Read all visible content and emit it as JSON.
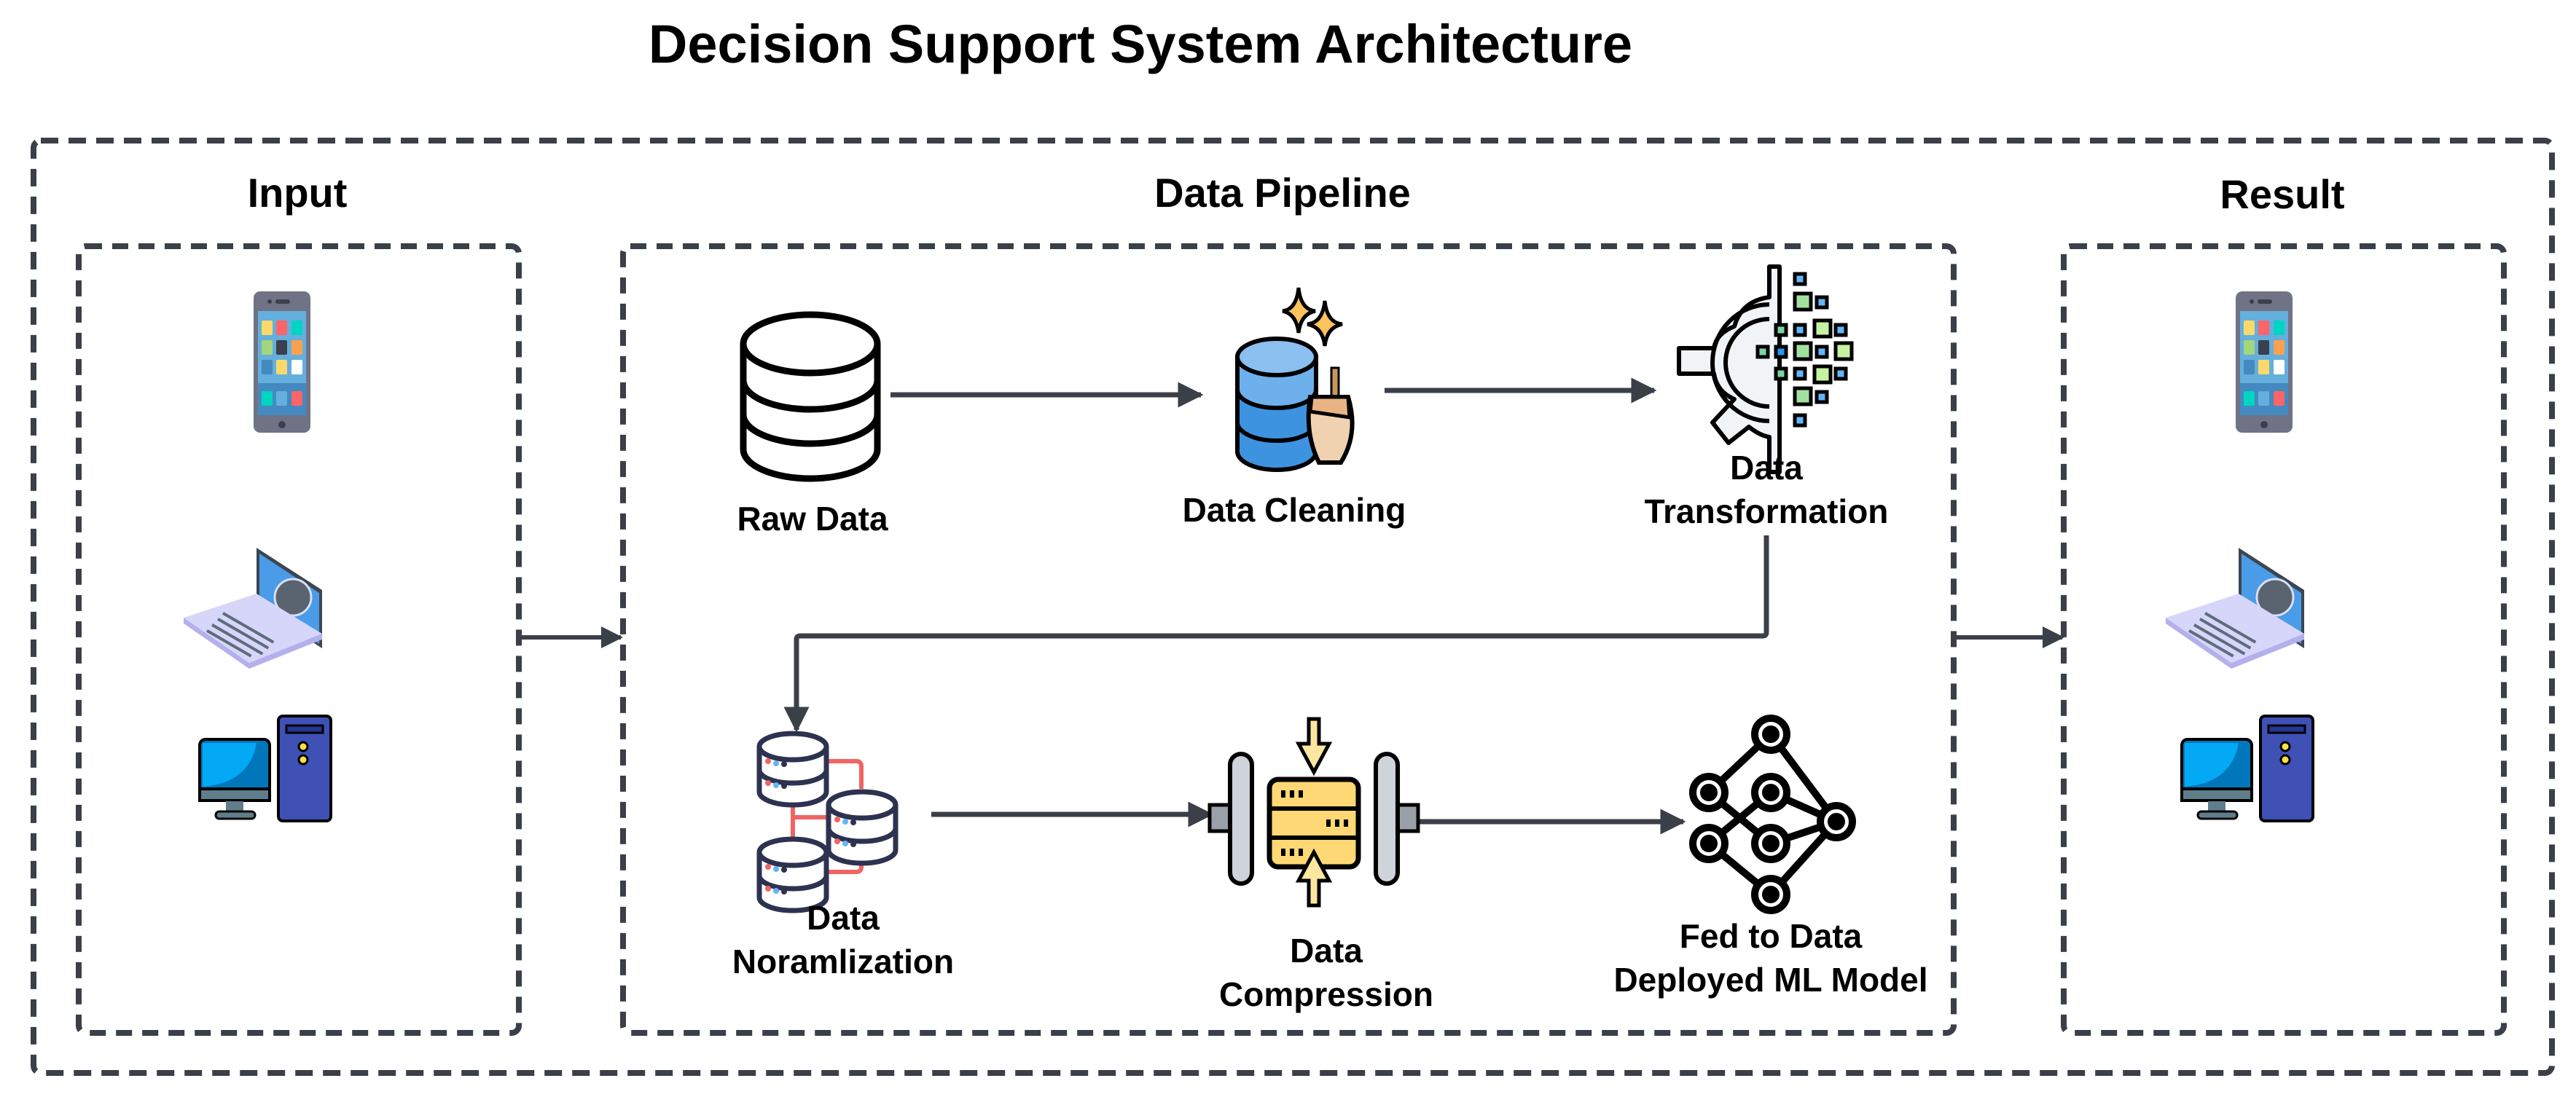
{
  "title": "Decision Support System Architecture",
  "sections": {
    "input": {
      "label": "Input",
      "devices": [
        "smartphone-icon",
        "laptop-icon",
        "desktop-computer-icon"
      ]
    },
    "pipeline": {
      "label": "Data Pipeline"
    },
    "result": {
      "label": "Result",
      "devices": [
        "smartphone-icon",
        "laptop-icon",
        "desktop-computer-icon"
      ]
    }
  },
  "pipeline_steps": [
    {
      "id": "raw",
      "label": "Raw Data",
      "icon": "database-icon"
    },
    {
      "id": "cleaning",
      "label": "Data Cleaning",
      "icon": "database-broom-icon"
    },
    {
      "id": "transformation",
      "label_line1": "Data",
      "label_line2": "Transformation",
      "icon": "gear-data-icon"
    },
    {
      "id": "normalization",
      "label_line1": "Data",
      "label_line2": "Noramlization",
      "icon": "linked-databases-icon"
    },
    {
      "id": "compression",
      "label_line1": "Data",
      "label_line2": "Compression",
      "icon": "compression-server-icon"
    },
    {
      "id": "model",
      "label_line1": "Fed to Data",
      "label_line2": "Deployed ML Model",
      "icon": "neural-network-icon"
    }
  ],
  "flow": [
    "Input → Data Pipeline",
    "Raw Data → Data Cleaning",
    "Data Cleaning → Data Transformation",
    "Data Transformation → Data Noramlization",
    "Data Noramlization → Data Compression",
    "Data Compression → Fed to Data Deployed ML Model",
    "Data Pipeline → Result"
  ],
  "colors": {
    "border": "#3a3f48",
    "text": "#000000",
    "link_red": "#f06464",
    "accent_yellow": "#fdd874",
    "accent_blue": "#4a9be8"
  }
}
